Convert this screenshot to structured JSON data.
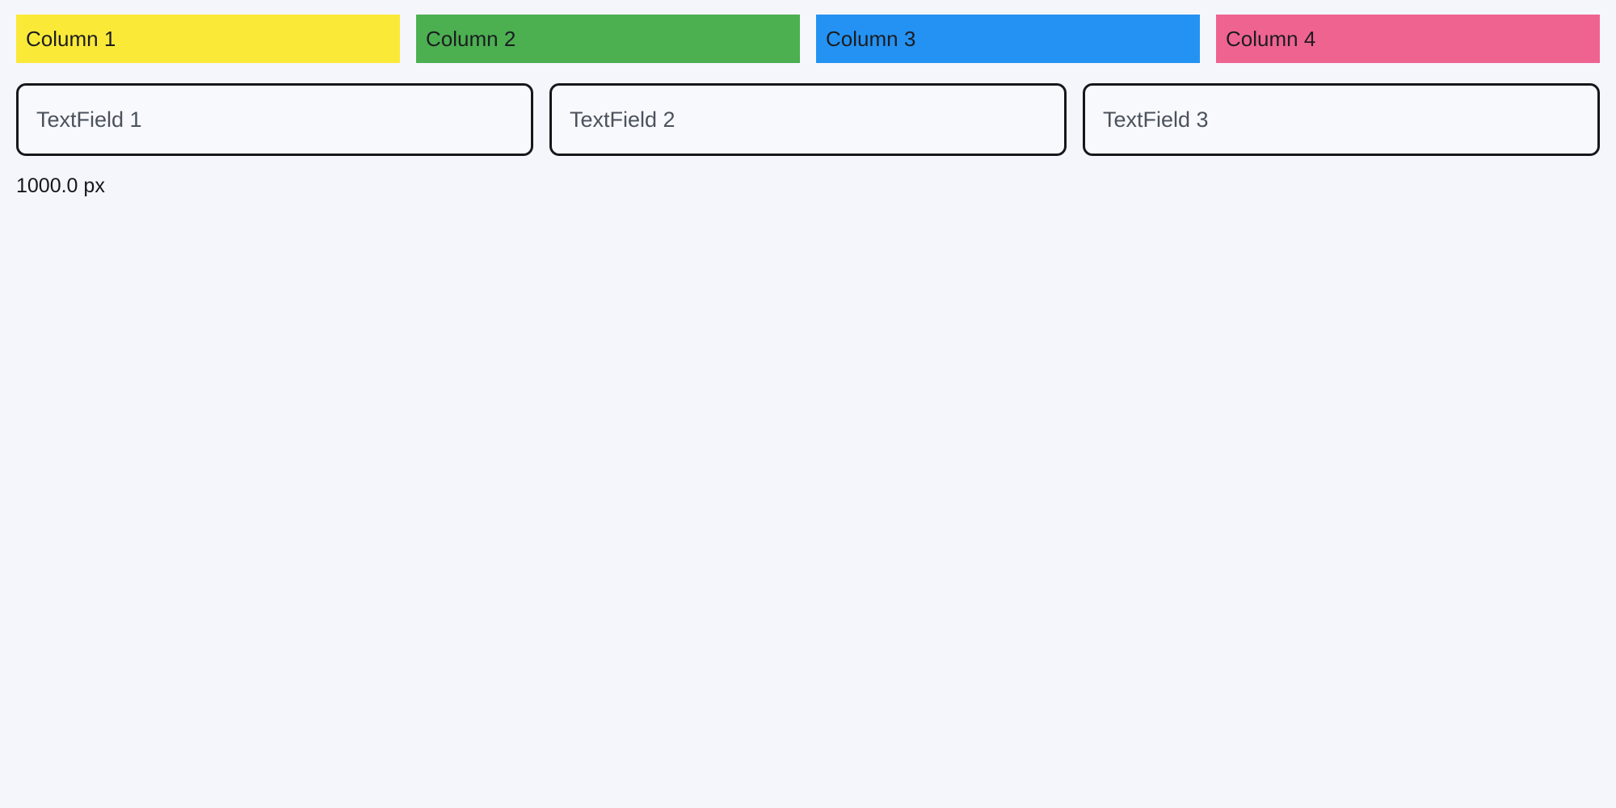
{
  "page": {
    "background_color": "#f5f6fc",
    "text_color": "#15171c"
  },
  "columns_row": {
    "items": [
      {
        "label": "Column 1",
        "color": "#fbe938",
        "text_color": "#1b1d21"
      },
      {
        "label": "Column 2",
        "color": "#4caf50",
        "text_color": "#1b1d21"
      },
      {
        "label": "Column 3",
        "color": "#2492f2",
        "text_color": "#1b1d21"
      },
      {
        "label": "Column 4",
        "color": "#ef6391",
        "text_color": "#1b1d21"
      }
    ]
  },
  "textfields_row": {
    "fields": [
      {
        "placeholder": "TextField 1",
        "value": ""
      },
      {
        "placeholder": "TextField 2",
        "value": ""
      },
      {
        "placeholder": "TextField 3",
        "value": ""
      }
    ]
  },
  "status": {
    "measurement": "1000.0 px"
  }
}
